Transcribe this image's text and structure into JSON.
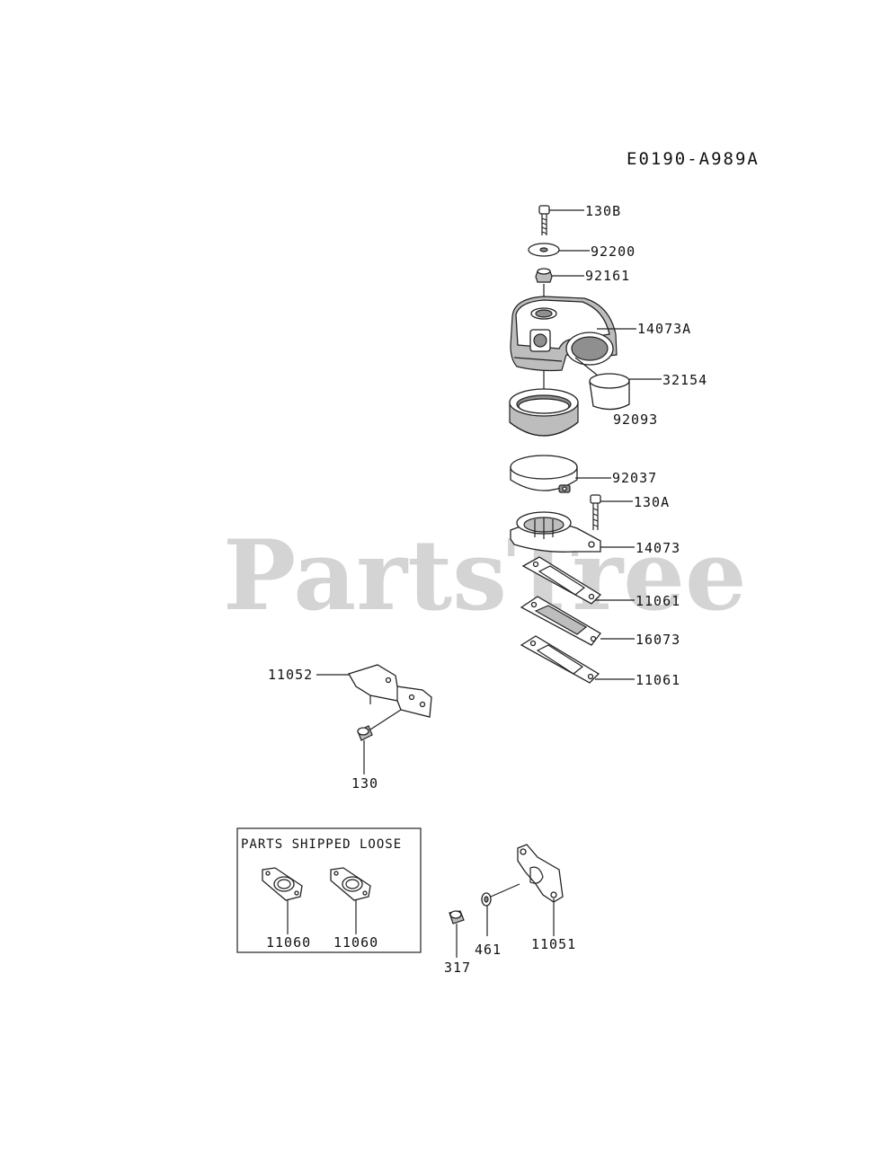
{
  "diagram_code": "E0190-A989A",
  "watermark": "PartsTree",
  "loose_box_title": "PARTS SHIPPED LOOSE",
  "parts": {
    "p130B": "130B",
    "p92200": "92200",
    "p92161": "92161",
    "p14073A": "14073A",
    "p32154": "32154",
    "p92093": "92093",
    "p92037": "92037",
    "p130A": "130A",
    "p14073": "14073",
    "p11061_top": "11061",
    "p16073": "16073",
    "p11061_bottom": "11061",
    "p11052": "11052",
    "p130": "130",
    "p11060_left": "11060",
    "p11060_right": "11060",
    "p317": "317",
    "p461": "461",
    "p11051": "11051"
  }
}
